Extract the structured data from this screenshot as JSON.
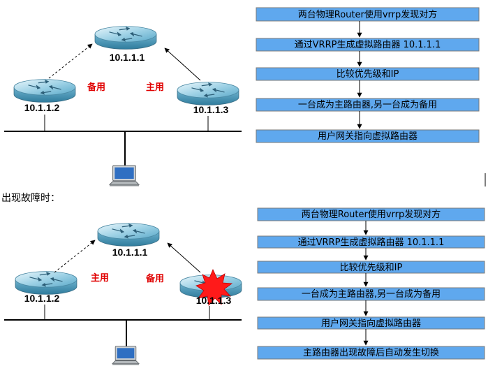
{
  "top": {
    "routers": {
      "center_ip": "10.1.1.1",
      "left_ip": "10.1.1.2",
      "right_ip": "10.1.1.3"
    },
    "roles": {
      "left": "备用",
      "right": "主用"
    },
    "steps": [
      "两台物理Router使用vrrp发现对方",
      "通过VRRP生成虚拟路由器 10.1.1.1",
      "比较优先级和IP",
      "一台成为主路由器,另一台成为备用",
      "用户网关指向虚拟路由器"
    ]
  },
  "caption": "出现故障时：",
  "bottom": {
    "routers": {
      "center_ip": "10.1.1.1",
      "left_ip": "10.1.1.2",
      "right_ip": "10.1.1.3"
    },
    "roles": {
      "left": "主用",
      "right": "备用"
    },
    "steps": [
      "两台物理Router使用vrrp发现对方",
      "通过VRRP生成虚拟路由器 10.1.1.1",
      "比较优先级和IP",
      "一台成为主路由器,另一台成为备用",
      "用户网关指向虚拟路由器",
      "主路由器出现故障后自动发生切换"
    ]
  },
  "colors": {
    "step_box": "#5fa8ee",
    "role_text": "#e00000",
    "failure_burst": "#ff1a1a"
  }
}
